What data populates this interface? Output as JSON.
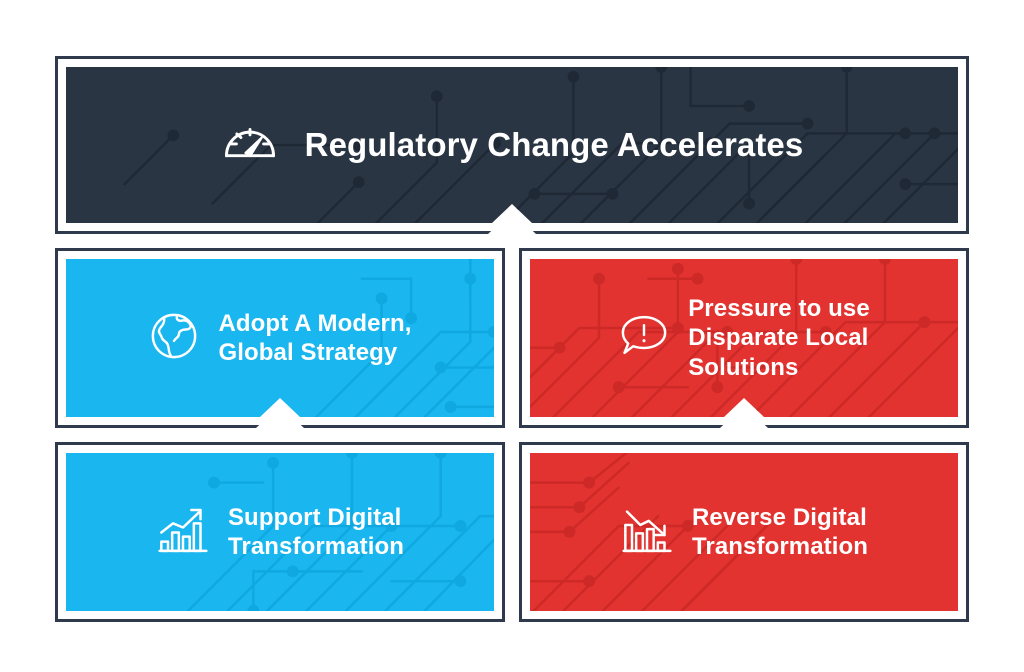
{
  "palette": {
    "dark_navy": "#2a3543",
    "border_navy": "#2f3b4c",
    "blue": "#1ab6ef",
    "red": "#e23331",
    "white": "#ffffff"
  },
  "header": {
    "title": "Regulatory Change Accelerates",
    "icon": "gauge-icon"
  },
  "cards": [
    {
      "id": "adopt",
      "label": "Adopt A Modern,\nGlobal Strategy",
      "icon": "globe-icon",
      "color": "#1ab6ef",
      "tone": "positive"
    },
    {
      "id": "pressure",
      "label": "Pressure to use\nDisparate Local\nSolutions",
      "icon": "speech-bubble-alert-icon",
      "color": "#e23331",
      "tone": "negative"
    },
    {
      "id": "support",
      "label": "Support Digital\nTransformation",
      "icon": "bar-chart-up-icon",
      "color": "#1ab6ef",
      "tone": "positive"
    },
    {
      "id": "reverse",
      "label": "Reverse Digital\nTransformation",
      "icon": "bar-chart-down-icon",
      "color": "#e23331",
      "tone": "negative"
    }
  ]
}
